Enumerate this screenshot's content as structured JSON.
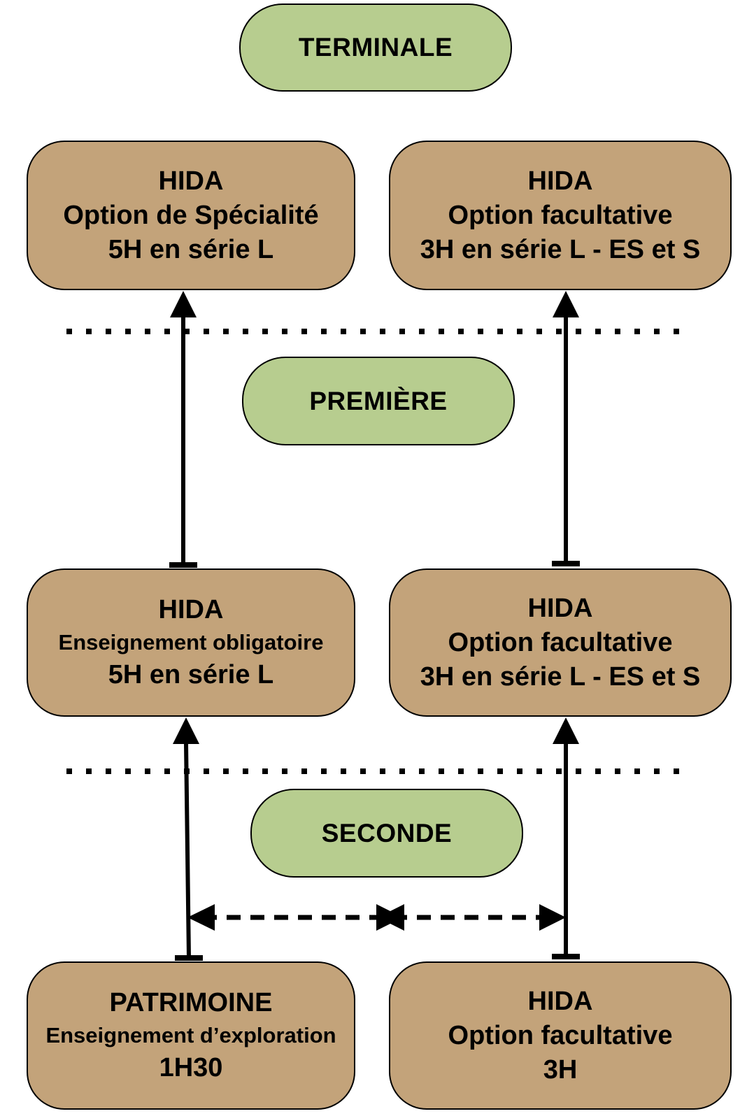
{
  "levels": {
    "terminale": "TERMINALE",
    "premiere": "PREMIÈRE",
    "seconde": "SECONDE"
  },
  "boxes": {
    "terminale_left": {
      "line1": "HIDA",
      "line2": "Option de Spécialité",
      "line3": "5H en série L"
    },
    "terminale_right": {
      "line1": "HIDA",
      "line2": "Option facultative",
      "line3": "3H en série L - ES et S"
    },
    "premiere_left": {
      "line1": "HIDA",
      "line2": "Enseignement obligatoire",
      "line3": "5H en série L"
    },
    "premiere_right": {
      "line1": "HIDA",
      "line2": "Option facultative",
      "line3": "3H en série L - ES et S"
    },
    "seconde_left": {
      "line1": "PATRIMOINE",
      "line2": "Enseignement d’exploration",
      "line3": "1H30"
    },
    "seconde_right": {
      "line1": "HIDA",
      "line2": "Option facultative",
      "line3": "3H"
    }
  },
  "colors": {
    "level_fill": "#b7cd8f",
    "box_fill": "#c3a37a",
    "line": "#000000"
  }
}
